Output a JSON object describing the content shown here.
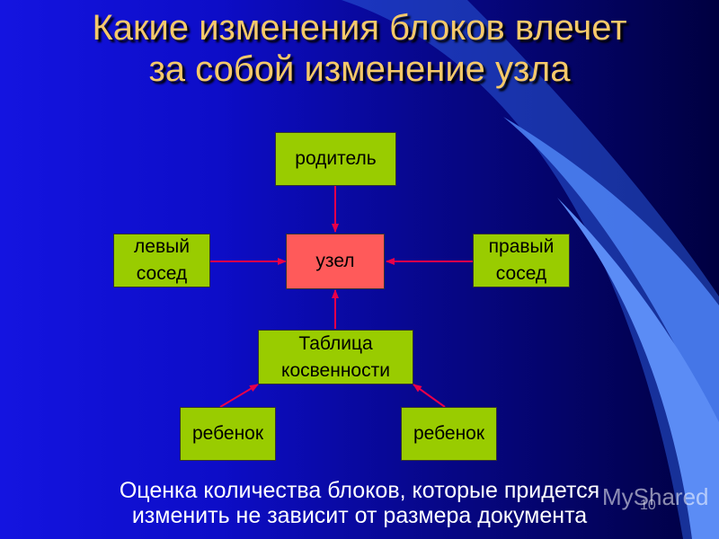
{
  "title": {
    "line1": "Какие изменения блоков влечет",
    "line2": "за собой изменение узла"
  },
  "nodes": {
    "parent": "родитель",
    "node": "узел",
    "left_line1": "левый",
    "left_line2": "сосед",
    "right_line1": "правый",
    "right_line2": "сосед",
    "table_line1": "Таблица",
    "table_line2": "косвенности",
    "child_left": "ребенок",
    "child_right": "ребенок"
  },
  "bottom_text": {
    "line1": "Оценка количества блоков, которые придется",
    "line2": "изменить не зависит от размера документа"
  },
  "watermark": {
    "text": "MyShared",
    "page": "10"
  },
  "colors": {
    "title": "#f5c96a",
    "node_green": "#99cc00",
    "node_red": "#ff5a5a",
    "arrow": "#e8004a"
  }
}
